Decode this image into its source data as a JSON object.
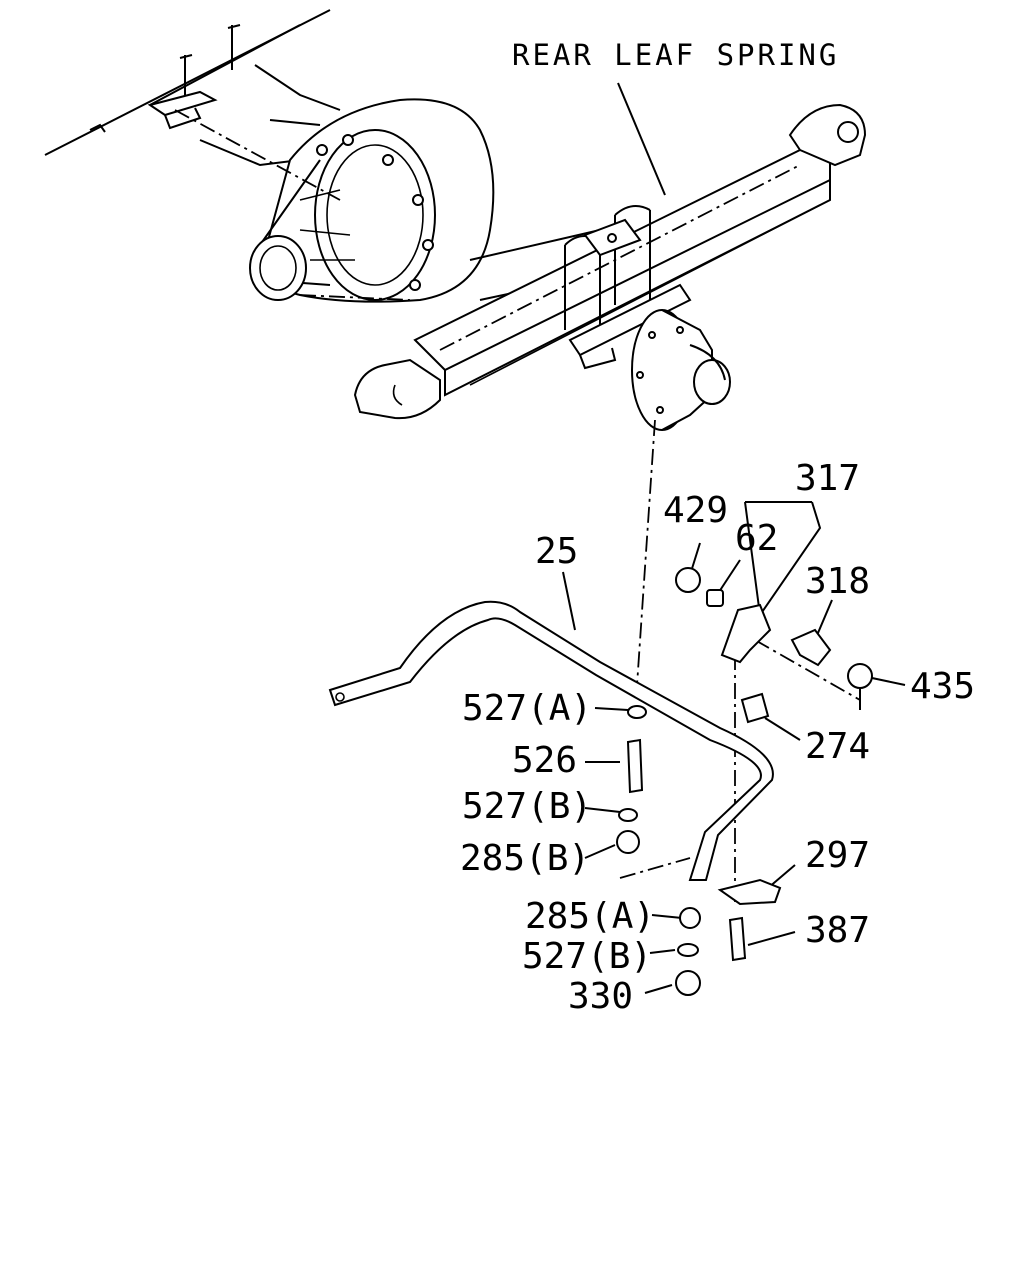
{
  "diagram": {
    "title": "REAR LEAF SPRING",
    "callouts": {
      "p25": "25",
      "p317": "317",
      "p429": "429",
      "p62": "62",
      "p318": "318",
      "p435": "435",
      "p274": "274",
      "p527a": "527(A)",
      "p526": "526",
      "p527b_1": "527(B)",
      "p285b": "285(B)",
      "p297": "297",
      "p285a": "285(A)",
      "p387": "387",
      "p527b_2": "527(B)",
      "p330": "330"
    }
  }
}
